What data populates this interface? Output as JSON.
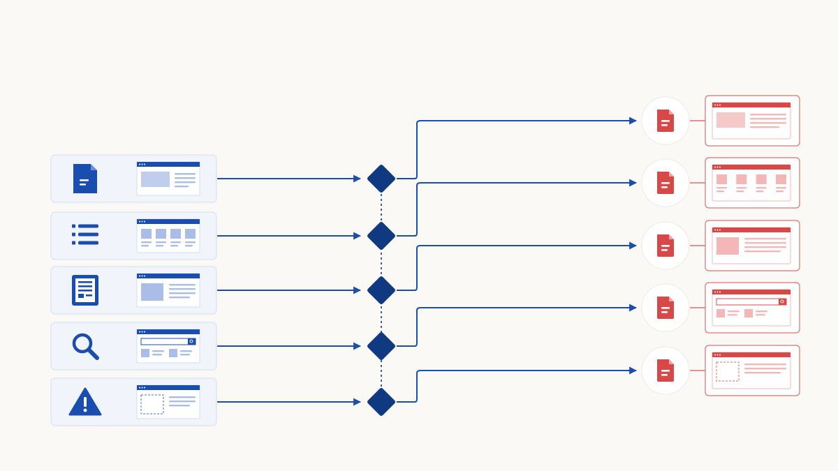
{
  "diagram": {
    "colors": {
      "background": "#faf9f5",
      "source_blue": "#1a4db0",
      "source_light": "#a9bde6",
      "card_bg": "#f1f4fb",
      "card_border": "#d4def0",
      "decision": "#0f3a82",
      "target_red": "#d84848",
      "target_light": "#f3b7b7",
      "target_border": "#e07070"
    },
    "sources": [
      {
        "icon": "document-icon",
        "page_layout": "hero"
      },
      {
        "icon": "list-icon",
        "page_layout": "grid"
      },
      {
        "icon": "article-icon",
        "page_layout": "article"
      },
      {
        "icon": "search-icon",
        "page_layout": "search"
      },
      {
        "icon": "warning-icon",
        "page_layout": "empty"
      }
    ],
    "targets": [
      {
        "icon": "file-icon",
        "page_layout": "hero"
      },
      {
        "icon": "file-icon",
        "page_layout": "grid"
      },
      {
        "icon": "file-icon",
        "page_layout": "article"
      },
      {
        "icon": "file-icon",
        "page_layout": "search"
      },
      {
        "icon": "file-icon",
        "page_layout": "empty"
      }
    ]
  }
}
